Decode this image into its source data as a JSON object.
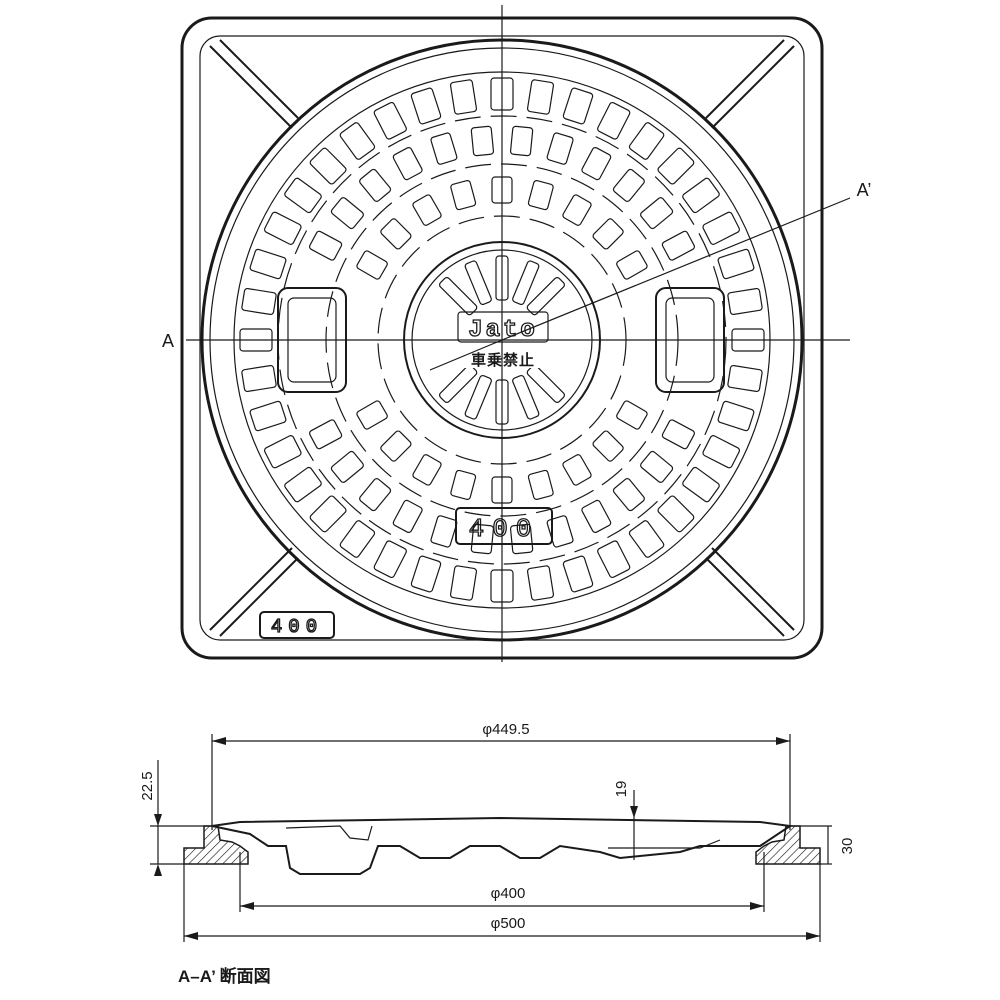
{
  "plan_view": {
    "section_label_left": "A",
    "section_label_right": "A’",
    "brand_text": "Jato",
    "warning_text": "車乗禁止",
    "lid_size_plate": "400",
    "frame_size_plate": "400"
  },
  "section_view": {
    "dims": {
      "top_diameter": "φ449.5",
      "inner_diameter": "φ400",
      "outer_diameter": "φ500",
      "left_height": "22.5",
      "rib_depth": "19",
      "total_height": "30"
    },
    "caption": "A–A’ 断面図"
  }
}
